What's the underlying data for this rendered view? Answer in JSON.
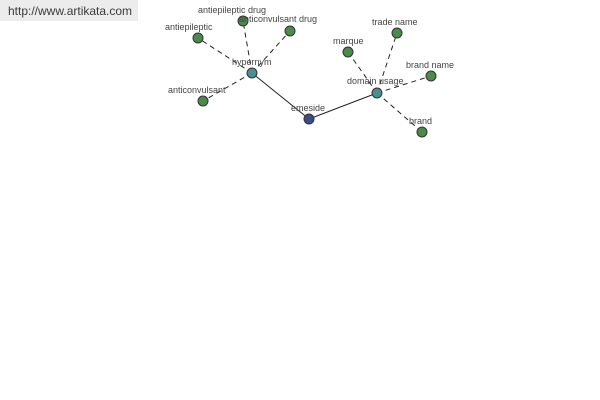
{
  "site": {
    "url": "http://www.artikata.com"
  },
  "colors": {
    "root": "#3a4a8a",
    "hub": "#4a9090",
    "leaf": "#4a8a4a"
  },
  "graph": {
    "nodes": [
      {
        "id": "emeside",
        "label": "emeside",
        "role": "root"
      },
      {
        "id": "hypernym",
        "label": "hypernym",
        "role": "hub"
      },
      {
        "id": "domain-usage",
        "label": "domain usage",
        "role": "hub"
      },
      {
        "id": "antiepileptic-drug",
        "label": "antiepileptic drug",
        "role": "leaf"
      },
      {
        "id": "anticonvulsant-drug",
        "label": "anticonvulsant drug",
        "role": "leaf"
      },
      {
        "id": "antiepileptic",
        "label": "antiepileptic",
        "role": "leaf"
      },
      {
        "id": "anticonvulsant",
        "label": "anticonvulsant",
        "role": "leaf"
      },
      {
        "id": "trade-name",
        "label": "trade name",
        "role": "leaf"
      },
      {
        "id": "marque",
        "label": "marque",
        "role": "leaf"
      },
      {
        "id": "brand-name",
        "label": "brand name",
        "role": "leaf"
      },
      {
        "id": "brand",
        "label": "brand",
        "role": "leaf"
      }
    ],
    "edges": [
      {
        "from": "emeside",
        "to": "hypernym",
        "style": "solid"
      },
      {
        "from": "emeside",
        "to": "domain-usage",
        "style": "solid"
      },
      {
        "from": "hypernym",
        "to": "antiepileptic-drug",
        "style": "dashed"
      },
      {
        "from": "hypernym",
        "to": "anticonvulsant-drug",
        "style": "dashed"
      },
      {
        "from": "hypernym",
        "to": "antiepileptic",
        "style": "dashed"
      },
      {
        "from": "hypernym",
        "to": "anticonvulsant",
        "style": "dashed"
      },
      {
        "from": "domain-usage",
        "to": "trade-name",
        "style": "dashed"
      },
      {
        "from": "domain-usage",
        "to": "marque",
        "style": "dashed"
      },
      {
        "from": "domain-usage",
        "to": "brand-name",
        "style": "dashed"
      },
      {
        "from": "domain-usage",
        "to": "brand",
        "style": "dashed"
      }
    ]
  }
}
